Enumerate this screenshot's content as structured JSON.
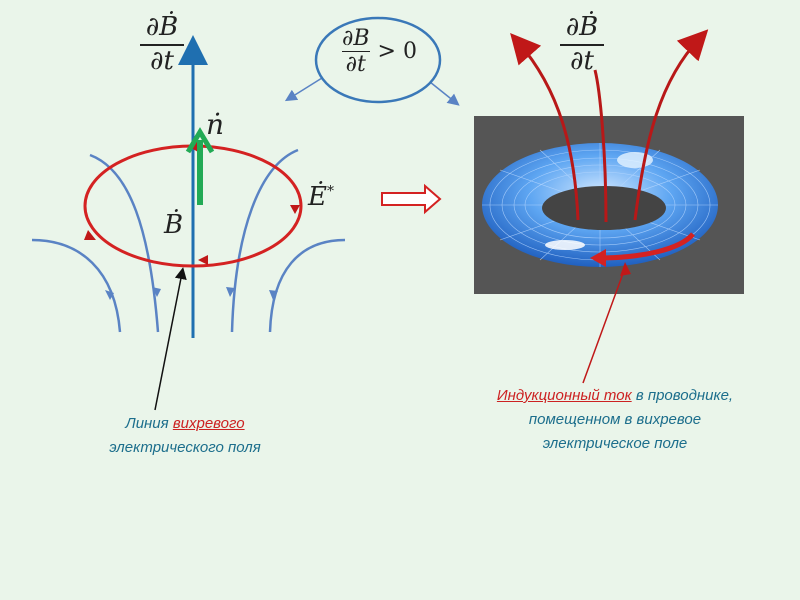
{
  "left_formula": {
    "numerator": "∂Ḃ",
    "denominator": "∂t"
  },
  "center_formula": {
    "numerator": "∂B",
    "denominator": "∂t",
    "relation": "> 0"
  },
  "right_formula": {
    "numerator": "∂Ḃ",
    "denominator": "∂t"
  },
  "symbols": {
    "n": "ṅ",
    "B": "Ḃ",
    "E": "Ė",
    "E_sup": "*"
  },
  "left_caption": {
    "line1_prefix": "Линия ",
    "line1_highlight": "вихревого",
    "line2": "электрического поля"
  },
  "right_caption": {
    "line1_highlight": "Индукционный ток",
    "line1_suffix": " в проводнике,",
    "line2": "помещенном в вихревое",
    "line3": "электрическое поле"
  },
  "colors": {
    "background": "#eaf5ea",
    "field_lines": "#5a83c4",
    "axis": "#1f6fb0",
    "loop": "#d42222",
    "normal": "#22aa55",
    "caption": "#1c6e8c"
  }
}
